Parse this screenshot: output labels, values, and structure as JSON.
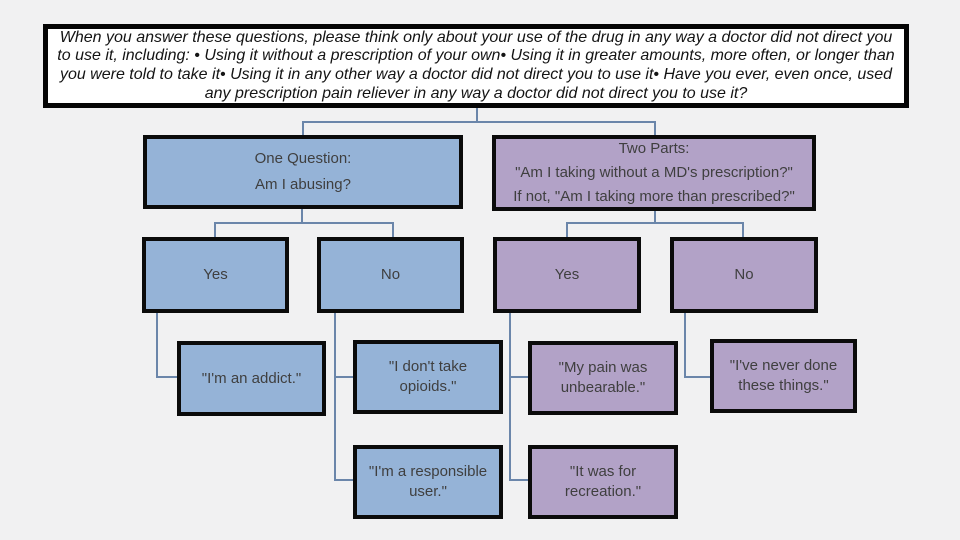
{
  "colors": {
    "background": "#f1f1f2",
    "blue": "#95b3d7",
    "purple": "#b2a2c7",
    "connector": "#6b86aa",
    "node_border": "#0b0b0b"
  },
  "intro": {
    "text": "When you answer these questions, please think only about your use of the drug in any way a doctor did not direct you to use it, including:  • Using it without a prescription of your own• Using it in greater amounts, more often, or longer than you were told to take it• Using it in any other way a doctor did not direct you to use it•  Have you ever, even once, used any prescription pain reliever in any way a doctor did not direct you to use it?"
  },
  "flow": {
    "left": {
      "root": "One Question:\nAm I abusing?",
      "yes": "Yes",
      "no": "No",
      "yes_child": "\"I'm an addict.\"",
      "no_child_1": "\"I don't take\nopioids.\"",
      "no_child_2": "\"I'm a responsible\nuser.\""
    },
    "right": {
      "root": "Two Parts:\n\"Am I taking without a MD's prescription?\"\nIf not, \"Am I taking more than prescribed?\"",
      "yes": "Yes",
      "no": "No",
      "yes_child_1": "\"My pain was\nunbearable.\"",
      "yes_child_2": "\"It was for\nrecreation.\"",
      "no_child": "\"I've never done\nthese things.\""
    }
  }
}
